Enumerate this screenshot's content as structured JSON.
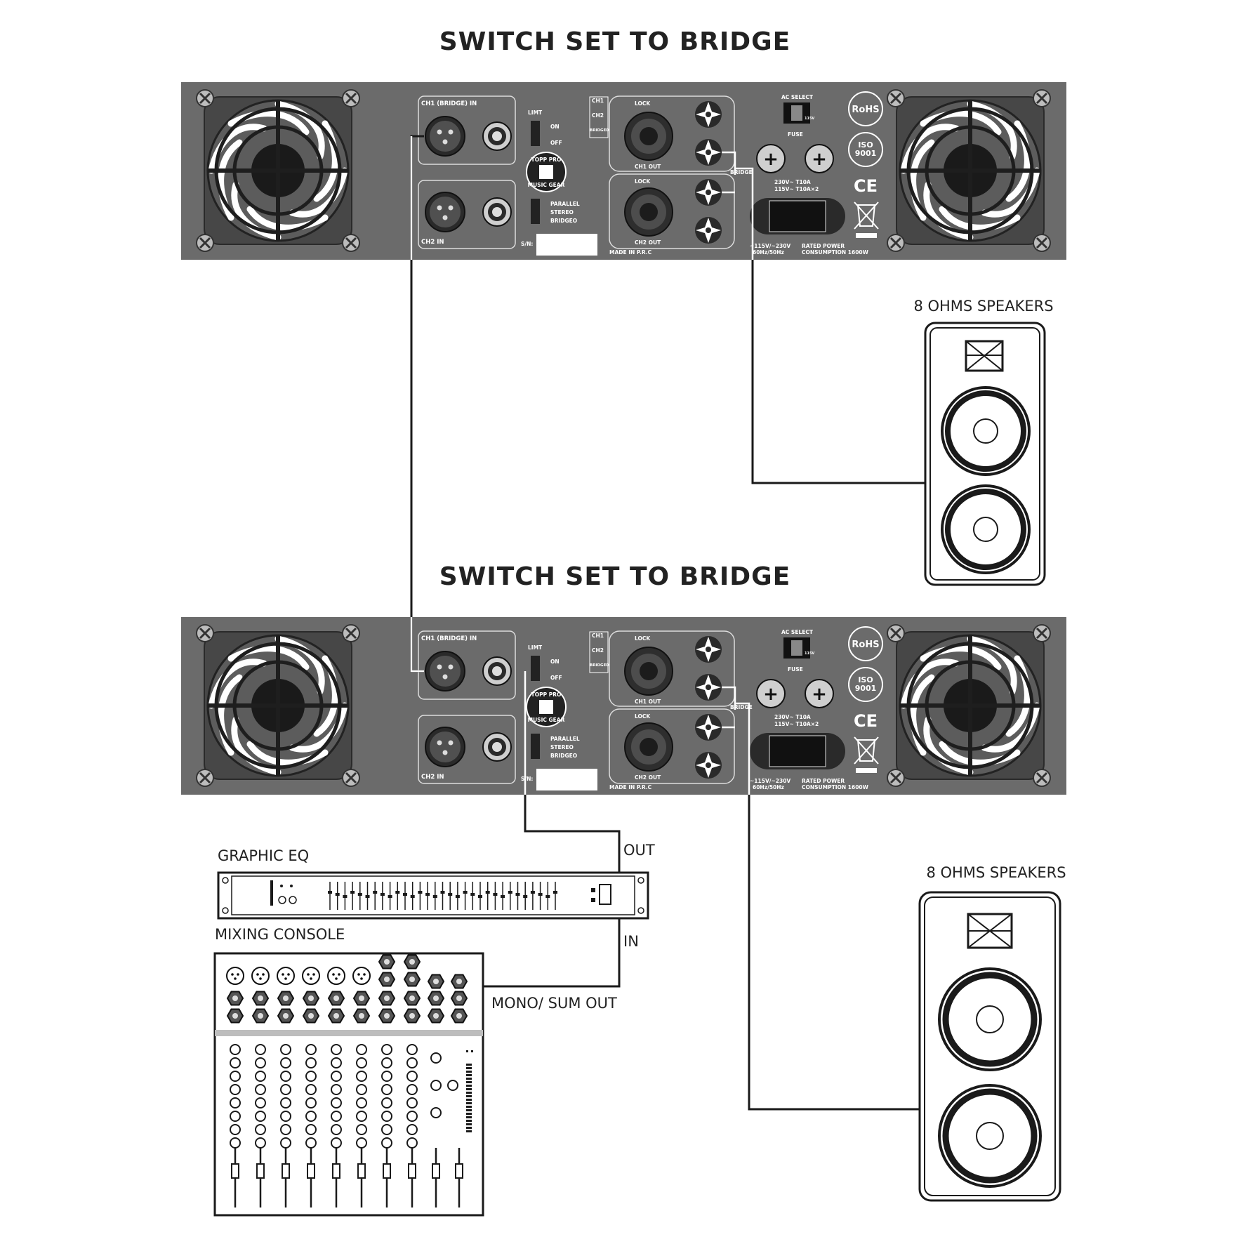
{
  "diagram": {
    "amps": [
      {
        "switch_label": "SWITCH SET TO BRIDGE",
        "ch1_in": "CH1 (BRIDGE) IN",
        "ch2_in": "CH2 IN",
        "limit": "LIMT",
        "on": "ON",
        "off": "OFF",
        "parallel": "PARALLEL",
        "stereo": "STEREO",
        "bridged": "BRIDGEO",
        "sn": "S/N:",
        "ch1": "CH1",
        "ch2": "CH2",
        "bridged_small": "BRIDGED",
        "lock": "LOCK",
        "ch1_out": "CH1 OUT",
        "ch2_out": "CH2 OUT",
        "bridge": "BRIDGE",
        "made_in": "MADE IN P.R.C",
        "ac_select": "AC SELECT",
        "ac_value": "115V",
        "fuse": "FUSE",
        "fuse_230": "230V~ T10A",
        "fuse_115": "115V~ T10A×2",
        "voltage": "~115V/~230V",
        "freq": "60Hz/50Hz",
        "rated": "RATED POWER",
        "consumption": "CONSUMPTION 1600W",
        "rohs": "RoHS",
        "iso": "ISO",
        "iso_num": "9001",
        "ce": "CE",
        "logo_top": "TOPP PRO",
        "logo_bottom": "MUSIC GEAR"
      },
      {
        "switch_label": "SWITCH SET TO BRIDGE",
        "ch1_in": "CH1 (BRIDGE) IN",
        "ch2_in": "CH2 IN",
        "limit": "LIMT",
        "on": "ON",
        "off": "OFF",
        "parallel": "PARALLEL",
        "stereo": "STEREO",
        "bridged": "BRIDGEO",
        "sn": "S/N:",
        "ch1": "CH1",
        "ch2": "CH2",
        "bridged_small": "BRIDGED",
        "lock": "LOCK",
        "ch1_out": "CH1 OUT",
        "ch2_out": "CH2 OUT",
        "bridge": "BRIDGE",
        "made_in": "MADE IN P.R.C",
        "ac_select": "AC SELECT",
        "ac_value": "115V",
        "fuse": "FUSE",
        "fuse_230": "230V~ T10A",
        "fuse_115": "115V~ T10A×2",
        "voltage": "~115V/~230V",
        "freq": "60Hz/50Hz",
        "rated": "RATED POWER",
        "consumption": "CONSUMPTION 1600W",
        "rohs": "RoHS",
        "iso": "ISO",
        "iso_num": "9001",
        "ce": "CE",
        "logo_top": "TOPP PRO",
        "logo_bottom": "MUSIC GEAR"
      }
    ],
    "speakers": [
      {
        "label": "8 OHMS SPEAKERS"
      },
      {
        "label": "8 OHMS SPEAKERS"
      }
    ],
    "eq": {
      "label": "GRAPHIC EQ",
      "out": "OUT",
      "in": "IN"
    },
    "mixer": {
      "label": "MIXING CONSOLE",
      "output": "MONO/ SUM OUT"
    },
    "colors": {
      "panel": "#6b6b6b",
      "panel_dark": "#3a3a3a",
      "line": "#1a1a1a"
    }
  }
}
